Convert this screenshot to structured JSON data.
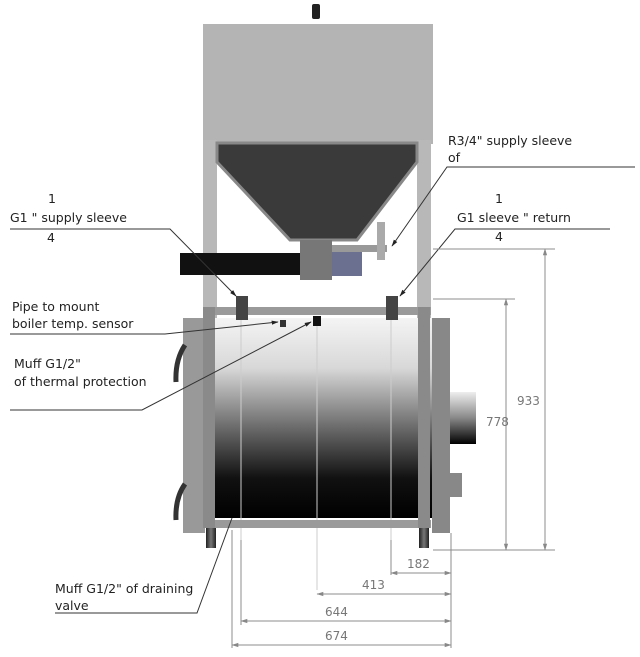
{
  "labels": {
    "g1_supply": {
      "numerator": "1",
      "text": "G1 \" supply sleeve",
      "denominator": "4"
    },
    "r34_supply": {
      "line1": "R3/4\" supply sleeve",
      "line2": "of"
    },
    "g1_return": {
      "numerator": "1",
      "text": "G1 sleeve \" return",
      "denominator": "4"
    },
    "temp_sensor": {
      "line1": "Pipe to mount",
      "line2": "boiler temp. sensor"
    },
    "thermal_protection": {
      "line1": "Muff G1/2\"",
      "line2": "of thermal protection"
    },
    "draining_valve": {
      "line1": "Muff G1/2\" of draining",
      "line2": "valve"
    }
  },
  "dimensions": {
    "height_total": "933",
    "height_body": "778",
    "width_182": "182",
    "width_413": "413",
    "width_644": "644",
    "width_674": "674"
  },
  "colors": {
    "frame": "#8a8a8a",
    "hopper_panel": "#b4b4b4",
    "hopper": "#3a3a3a",
    "dim_line": "#8c8c8c"
  }
}
